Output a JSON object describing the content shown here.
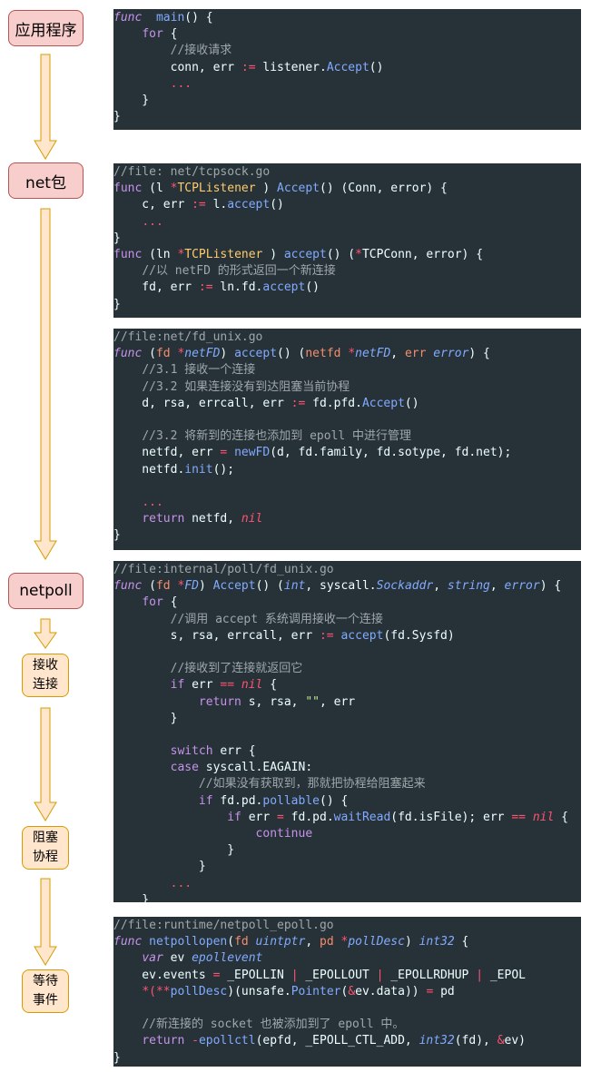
{
  "nodes": {
    "app": "应用程序",
    "net": "net包",
    "netpoll": "netpoll",
    "accept_conn": [
      "接收",
      "连接"
    ],
    "block_coroutine": [
      "阻塞",
      "协程"
    ],
    "wait_event": [
      "等待",
      "事件"
    ]
  },
  "blocks": [
    {
      "id": "app-main",
      "lines": [
        [
          [
            "i",
            "func"
          ],
          [
            "",
            "  "
          ],
          [
            "fn",
            "main"
          ],
          [
            "",
            "() {"
          ]
        ],
        [
          [
            "",
            "    "
          ],
          [
            "k",
            "for"
          ],
          [
            "",
            " {"
          ]
        ],
        [
          [
            "",
            "        "
          ],
          [
            "c",
            "//接收请求"
          ]
        ],
        [
          [
            "",
            "        conn, err "
          ],
          [
            "op",
            ":="
          ],
          [
            "",
            " listener."
          ],
          [
            "fn",
            "Accept"
          ],
          [
            "",
            "()"
          ]
        ],
        [
          [
            "",
            "        "
          ],
          [
            "op",
            "..."
          ]
        ],
        [
          [
            "",
            "    }"
          ]
        ],
        [
          [
            "",
            "}"
          ]
        ]
      ]
    },
    {
      "id": "net-tcpsock",
      "lines": [
        [
          [
            "c",
            "//file: net/tcpsock.go"
          ]
        ],
        [
          [
            "k",
            "func"
          ],
          [
            "",
            " (l "
          ],
          [
            "op",
            "*"
          ],
          [
            "ty",
            "TCPListener"
          ],
          [
            "",
            " ) "
          ],
          [
            "fn",
            "Accept"
          ],
          [
            "",
            "() (Conn, error) {"
          ]
        ],
        [
          [
            "",
            "    c, err "
          ],
          [
            "op",
            ":="
          ],
          [
            "",
            " l."
          ],
          [
            "fn",
            "accept"
          ],
          [
            "",
            "()"
          ]
        ],
        [
          [
            "",
            "    "
          ],
          [
            "op",
            "..."
          ]
        ],
        [
          [
            "",
            "}"
          ]
        ],
        [
          [
            "k",
            "func"
          ],
          [
            "",
            " (ln "
          ],
          [
            "op",
            "*"
          ],
          [
            "ty",
            "TCPListener"
          ],
          [
            "",
            " ) "
          ],
          [
            "fn",
            "accept"
          ],
          [
            "",
            "() ("
          ],
          [
            "op",
            "*"
          ],
          [
            "",
            "TCPConn, error) {"
          ]
        ],
        [
          [
            "",
            "    "
          ],
          [
            "c",
            "//以 netFD 的形式返回一个新连接"
          ]
        ],
        [
          [
            "",
            "    fd, err "
          ],
          [
            "op",
            ":="
          ],
          [
            "",
            " ln.fd."
          ],
          [
            "fn",
            "accept"
          ],
          [
            "",
            "()"
          ]
        ],
        [
          [
            "",
            "}"
          ]
        ]
      ]
    },
    {
      "id": "net-fd-unix",
      "lines": [
        [
          [
            "c",
            "//file:net/fd_unix.go"
          ]
        ],
        [
          [
            "i",
            "func"
          ],
          [
            "",
            " ("
          ],
          [
            "pm",
            "fd"
          ],
          [
            "",
            " "
          ],
          [
            "op",
            "*"
          ],
          [
            "ty-i",
            "netFD"
          ],
          [
            "",
            ") "
          ],
          [
            "fn",
            "accept"
          ],
          [
            "",
            "() ("
          ],
          [
            "pm",
            "netfd"
          ],
          [
            "",
            " "
          ],
          [
            "op",
            "*"
          ],
          [
            "ty-i",
            "netFD"
          ],
          [
            "",
            ", "
          ],
          [
            "pm",
            "err"
          ],
          [
            "",
            " "
          ],
          [
            "ty-i",
            "error"
          ],
          [
            "",
            ") {"
          ]
        ],
        [
          [
            "",
            "    "
          ],
          [
            "c",
            "//3.1 接收一个连接"
          ]
        ],
        [
          [
            "",
            "    "
          ],
          [
            "c",
            "//3.2 如果连接没有到达阻塞当前协程"
          ]
        ],
        [
          [
            "",
            "    d, rsa, errcall, err "
          ],
          [
            "op",
            ":="
          ],
          [
            "",
            " fd.pfd."
          ],
          [
            "fn",
            "Accept"
          ],
          [
            "",
            "()"
          ]
        ],
        [
          [
            "",
            ""
          ]
        ],
        [
          [
            "",
            "    "
          ],
          [
            "c",
            "//3.2 将新到的连接也添加到 epoll 中进行管理"
          ]
        ],
        [
          [
            "",
            "    netfd, err "
          ],
          [
            "op",
            "="
          ],
          [
            "",
            " "
          ],
          [
            "fn",
            "newFD"
          ],
          [
            "",
            "(d, fd.family, fd.sotype, fd.net);"
          ]
        ],
        [
          [
            "",
            "    netfd."
          ],
          [
            "fn",
            "init"
          ],
          [
            "",
            "();"
          ]
        ],
        [
          [
            "",
            ""
          ]
        ],
        [
          [
            "",
            "    "
          ],
          [
            "op",
            "..."
          ]
        ],
        [
          [
            "",
            "    "
          ],
          [
            "k",
            "return"
          ],
          [
            "",
            " netfd, "
          ],
          [
            "n",
            "nil"
          ]
        ],
        [
          [
            "",
            "}"
          ]
        ]
      ]
    },
    {
      "id": "poll-fd-unix",
      "lines": [
        [
          [
            "c",
            "//file:internal/poll/fd_unix.go"
          ]
        ],
        [
          [
            "i",
            "func"
          ],
          [
            "",
            " ("
          ],
          [
            "pm",
            "fd"
          ],
          [
            "",
            " "
          ],
          [
            "op",
            "*"
          ],
          [
            "ty-i",
            "FD"
          ],
          [
            "",
            ") "
          ],
          [
            "fn",
            "Accept"
          ],
          [
            "",
            "() ("
          ],
          [
            "ty-i",
            "int"
          ],
          [
            "",
            ", syscall."
          ],
          [
            "ty-i",
            "Sockaddr"
          ],
          [
            "",
            ", "
          ],
          [
            "ty-i",
            "string"
          ],
          [
            "",
            ", "
          ],
          [
            "ty-i",
            "error"
          ],
          [
            "",
            ") {"
          ]
        ],
        [
          [
            "",
            "    "
          ],
          [
            "k",
            "for"
          ],
          [
            "",
            " {"
          ]
        ],
        [
          [
            "",
            "        "
          ],
          [
            "c",
            "//调用 accept 系统调用接收一个连接"
          ]
        ],
        [
          [
            "",
            "        s, rsa, errcall, err "
          ],
          [
            "op",
            ":="
          ],
          [
            "",
            " "
          ],
          [
            "fn",
            "accept"
          ],
          [
            "",
            "(fd.Sysfd)"
          ]
        ],
        [
          [
            "",
            ""
          ]
        ],
        [
          [
            "",
            "        "
          ],
          [
            "c",
            "//接收到了连接就返回它"
          ]
        ],
        [
          [
            "",
            "        "
          ],
          [
            "k",
            "if"
          ],
          [
            "",
            " err "
          ],
          [
            "op",
            "=="
          ],
          [
            "",
            " "
          ],
          [
            "n",
            "nil"
          ],
          [
            "",
            " {"
          ]
        ],
        [
          [
            "",
            "            "
          ],
          [
            "k",
            "return"
          ],
          [
            "",
            " s, rsa, "
          ],
          [
            "s",
            "\"\""
          ],
          [
            "",
            ", err"
          ]
        ],
        [
          [
            "",
            "        }"
          ]
        ],
        [
          [
            "",
            ""
          ]
        ],
        [
          [
            "",
            "        "
          ],
          [
            "k",
            "switch"
          ],
          [
            "",
            " err {"
          ]
        ],
        [
          [
            "",
            "        "
          ],
          [
            "k",
            "case"
          ],
          [
            "",
            " syscall.EAGAIN:"
          ]
        ],
        [
          [
            "",
            "            "
          ],
          [
            "c",
            "//如果没有获取到，那就把协程给阻塞起来"
          ]
        ],
        [
          [
            "",
            "            "
          ],
          [
            "k",
            "if"
          ],
          [
            "",
            " fd.pd."
          ],
          [
            "fn",
            "pollable"
          ],
          [
            "",
            "() {"
          ]
        ],
        [
          [
            "",
            "                "
          ],
          [
            "k",
            "if"
          ],
          [
            "",
            " err "
          ],
          [
            "op",
            "="
          ],
          [
            "",
            " fd.pd."
          ],
          [
            "fn",
            "waitRead"
          ],
          [
            "",
            "(fd.isFile); err "
          ],
          [
            "op",
            "=="
          ],
          [
            "",
            " "
          ],
          [
            "n",
            "nil"
          ],
          [
            "",
            " {"
          ]
        ],
        [
          [
            "",
            "                    "
          ],
          [
            "k",
            "continue"
          ]
        ],
        [
          [
            "",
            "                }"
          ]
        ],
        [
          [
            "",
            "            }"
          ]
        ],
        [
          [
            "",
            "        "
          ],
          [
            "op",
            "..."
          ]
        ],
        [
          [
            "",
            "    }"
          ]
        ],
        [
          [
            "",
            "    "
          ],
          [
            "op",
            "..."
          ]
        ],
        [
          [
            "",
            "}"
          ]
        ]
      ]
    },
    {
      "id": "runtime-netpoll-epoll",
      "lines": [
        [
          [
            "c",
            "//file:runtime/netpoll_epoll.go"
          ]
        ],
        [
          [
            "i",
            "func"
          ],
          [
            "",
            " "
          ],
          [
            "fn",
            "netpollopen"
          ],
          [
            "",
            "("
          ],
          [
            "pm",
            "fd"
          ],
          [
            "",
            " "
          ],
          [
            "ty-i",
            "uintptr"
          ],
          [
            "",
            ", "
          ],
          [
            "pm",
            "pd"
          ],
          [
            "",
            " "
          ],
          [
            "op",
            "*"
          ],
          [
            "ty-i",
            "pollDesc"
          ],
          [
            "",
            ") "
          ],
          [
            "ty-i",
            "int32"
          ],
          [
            "",
            " {"
          ]
        ],
        [
          [
            "",
            "    "
          ],
          [
            "i",
            "var"
          ],
          [
            "",
            " ev "
          ],
          [
            "ty-i",
            "epollevent"
          ]
        ],
        [
          [
            "",
            "    ev.events "
          ],
          [
            "op",
            "="
          ],
          [
            "",
            " _EPOLLIN "
          ],
          [
            "op",
            "|"
          ],
          [
            "",
            " _EPOLLOUT "
          ],
          [
            "op",
            "|"
          ],
          [
            "",
            " _EPOLLRDHUP "
          ],
          [
            "op",
            "|"
          ],
          [
            "",
            " _EPOL"
          ]
        ],
        [
          [
            "",
            "    "
          ],
          [
            "op",
            "*(**"
          ],
          [
            "fn",
            "pollDesc"
          ],
          [
            "",
            ")(unsafe."
          ],
          [
            "fn",
            "Pointer"
          ],
          [
            "",
            "("
          ],
          [
            "op",
            "&"
          ],
          [
            "",
            "ev.data)) "
          ],
          [
            "op",
            "="
          ],
          [
            "",
            " pd"
          ]
        ],
        [
          [
            "",
            ""
          ]
        ],
        [
          [
            "",
            "    "
          ],
          [
            "c",
            "//新连接的 socket 也被添加到了 epoll 中。"
          ]
        ],
        [
          [
            "",
            "    "
          ],
          [
            "k",
            "return"
          ],
          [
            "",
            " "
          ],
          [
            "op",
            "-"
          ],
          [
            "fn",
            "epollctl"
          ],
          [
            "",
            "(epfd, _EPOLL_CTL_ADD, "
          ],
          [
            "ty-i",
            "int32"
          ],
          [
            "",
            "(fd), "
          ],
          [
            "op",
            "&"
          ],
          [
            "",
            "ev)"
          ]
        ],
        [
          [
            "",
            "}"
          ]
        ]
      ]
    }
  ]
}
